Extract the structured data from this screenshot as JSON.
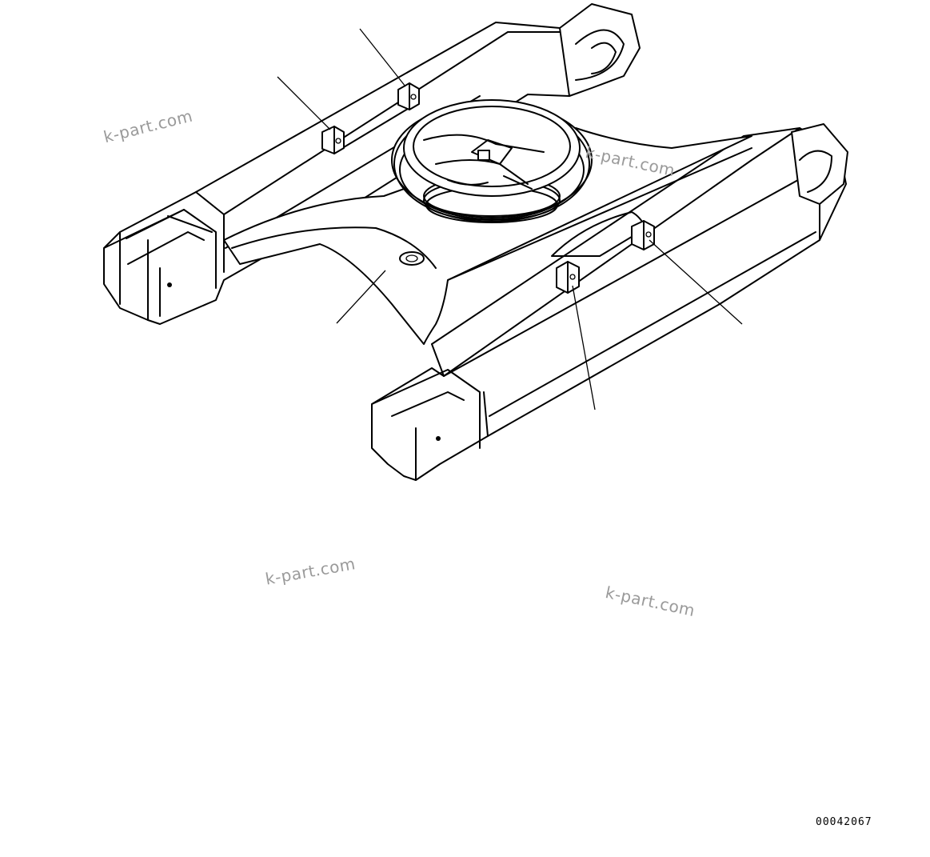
{
  "diagram": {
    "watermarks": [
      "k-part.com",
      "k-part.com",
      "k-part.com",
      "k-part.com"
    ],
    "figure_number": "00042067",
    "parts": {
      "frame": "track-frame",
      "swing_circle": "swing-circle-ring",
      "left_side_frame": "left-side-frame",
      "right_side_frame": "right-side-frame",
      "guard_brackets": 4,
      "callout_leaders": 5
    }
  }
}
